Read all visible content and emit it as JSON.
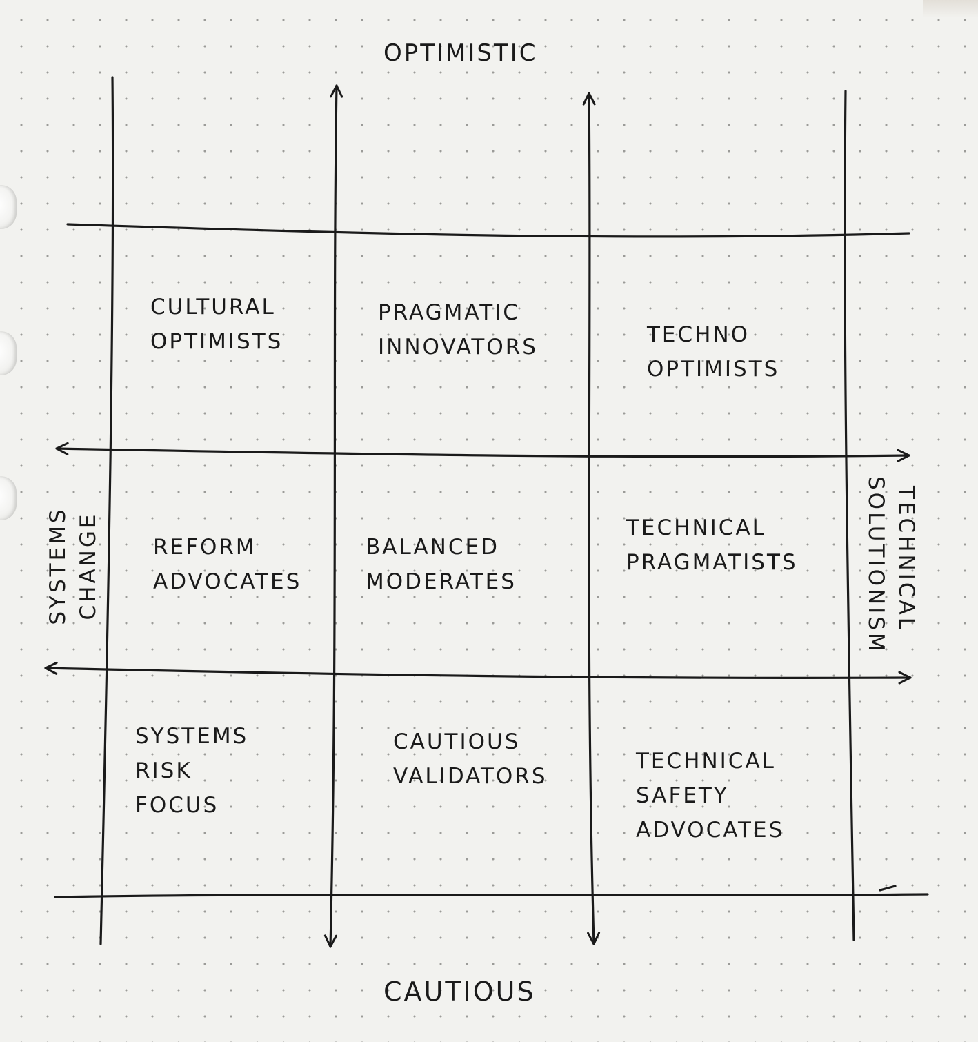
{
  "axes": {
    "top_label": "OPTIMISTIC",
    "bottom_label": "CAUTIOUS",
    "left_label": "SYSTEMS\nCHANGE",
    "right_label": "TECHNICAL\nSOLUTIONISM"
  },
  "cells": [
    {
      "row": 1,
      "col": 1,
      "label": "CULTURAL\nOPTIMISTS"
    },
    {
      "row": 1,
      "col": 2,
      "label": "PRAGMATIC\nINNOVATORS"
    },
    {
      "row": 1,
      "col": 3,
      "label": "TECHNO\nOPTIMISTS"
    },
    {
      "row": 2,
      "col": 1,
      "label": "REFORM\nADVOCATES"
    },
    {
      "row": 2,
      "col": 2,
      "label": "BALANCED\nMODERATES"
    },
    {
      "row": 2,
      "col": 3,
      "label": "TECHNICAL\nPRAGMATISTS"
    },
    {
      "row": 3,
      "col": 1,
      "label": "SYSTEMS\nRISK\nFOCUS"
    },
    {
      "row": 3,
      "col": 2,
      "label": "CAUTIOUS\nVALIDATORS"
    },
    {
      "row": 3,
      "col": 3,
      "label": "TECHNICAL\nSAFETY\nADVOCATES"
    }
  ]
}
